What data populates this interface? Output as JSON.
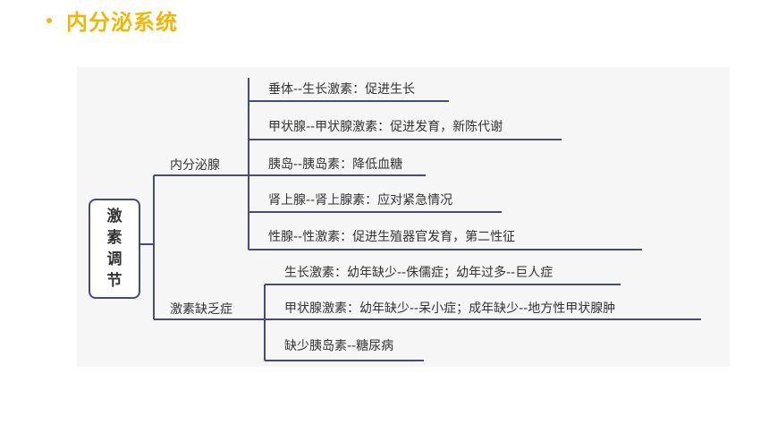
{
  "header": {
    "title": "内分泌系统"
  },
  "diagram": {
    "root": "激素调节",
    "branches": [
      {
        "label": "内分泌腺",
        "items": [
          "垂体--生长激素：促进生长",
          "甲状腺--甲状腺激素：促进发育，新陈代谢",
          "胰岛--胰岛素：降低血糖",
          "肾上腺--肾上腺素：应对紧急情况",
          "性腺--性激素：促进生殖器官发育，第二性征"
        ]
      },
      {
        "label": "激素缺乏症",
        "items": [
          "生长激素：幼年缺少--侏儒症；幼年过多--巨人症",
          "甲状腺激素：幼年缺少--呆小症；成年缺少--地方性甲状腺肿",
          "缺少胰岛素--糖尿病"
        ]
      }
    ]
  },
  "colors": {
    "title": "#f2b705",
    "line": "#4a4a78",
    "panel": "#f6f6f6"
  }
}
